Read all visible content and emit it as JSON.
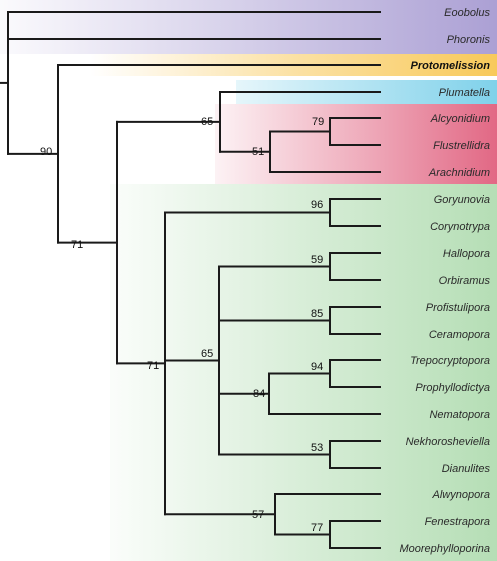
{
  "taxa": [
    {
      "id": "eoobolus",
      "label": "Eoobolus",
      "bold": false
    },
    {
      "id": "phoronis",
      "label": "Phoronis",
      "bold": false
    },
    {
      "id": "protomelission",
      "label": "Protomelission",
      "bold": true
    },
    {
      "id": "plumatella",
      "label": "Plumatella",
      "bold": false
    },
    {
      "id": "alcyonidium",
      "label": "Alcyonidium",
      "bold": false
    },
    {
      "id": "flustrellidra",
      "label": "Flustrellidra",
      "bold": false
    },
    {
      "id": "arachnidium",
      "label": "Arachnidium",
      "bold": false
    },
    {
      "id": "goryunovia",
      "label": "Goryunovia",
      "bold": false
    },
    {
      "id": "corynotrypa",
      "label": "Corynotrypa",
      "bold": false
    },
    {
      "id": "hallopora",
      "label": "Hallopora",
      "bold": false
    },
    {
      "id": "orbiramus",
      "label": "Orbiramus",
      "bold": false
    },
    {
      "id": "profistulipora",
      "label": "Profistulipora",
      "bold": false
    },
    {
      "id": "ceramopora",
      "label": "Ceramopora",
      "bold": false
    },
    {
      "id": "trepocryptopora",
      "label": "Trepocryptopora",
      "bold": false
    },
    {
      "id": "prophyllodictya",
      "label": "Prophyllodictya",
      "bold": false
    },
    {
      "id": "nematopora",
      "label": "Nematopora",
      "bold": false
    },
    {
      "id": "nekhorosheviella",
      "label": "Nekhorosheviella",
      "bold": false
    },
    {
      "id": "dianulites",
      "label": "Dianulites",
      "bold": false
    },
    {
      "id": "alwynopora",
      "label": "Alwynopora",
      "bold": false
    },
    {
      "id": "fenestrapora",
      "label": "Fenestrapora",
      "bold": false
    },
    {
      "id": "moorephylloporina",
      "label": "Moorephylloporina",
      "bold": false
    }
  ],
  "support_values": {
    "n_root": "90",
    "n_bryozoa": "71",
    "n_ctenostomes": "65",
    "n_ctenostome_inner": "51",
    "n_alcyonidium_flustrellidra": "79",
    "n_stenolaemates": "71",
    "n_goryunovia_corynotrypa": "96",
    "n_stenolaemate_main": "65",
    "n_hallopora_orbiramus": "59",
    "n_profistulipora_ceramopora": "85",
    "n_cryptostome": "84",
    "n_trepocryptopora_prophyllodictya": "94",
    "n_nekhorosheviella_dianulites": "53",
    "n_fenestrate": "57",
    "n_fenestrapora_moorephylloporina": "77"
  },
  "highlight_colors": {
    "outgroup": "#a79bd2",
    "protomelission": "#f8c95a",
    "plumatella": "#7fd1ea",
    "ctenostomes": "#e0607e",
    "stenolaemates": "#a8d8a8"
  }
}
